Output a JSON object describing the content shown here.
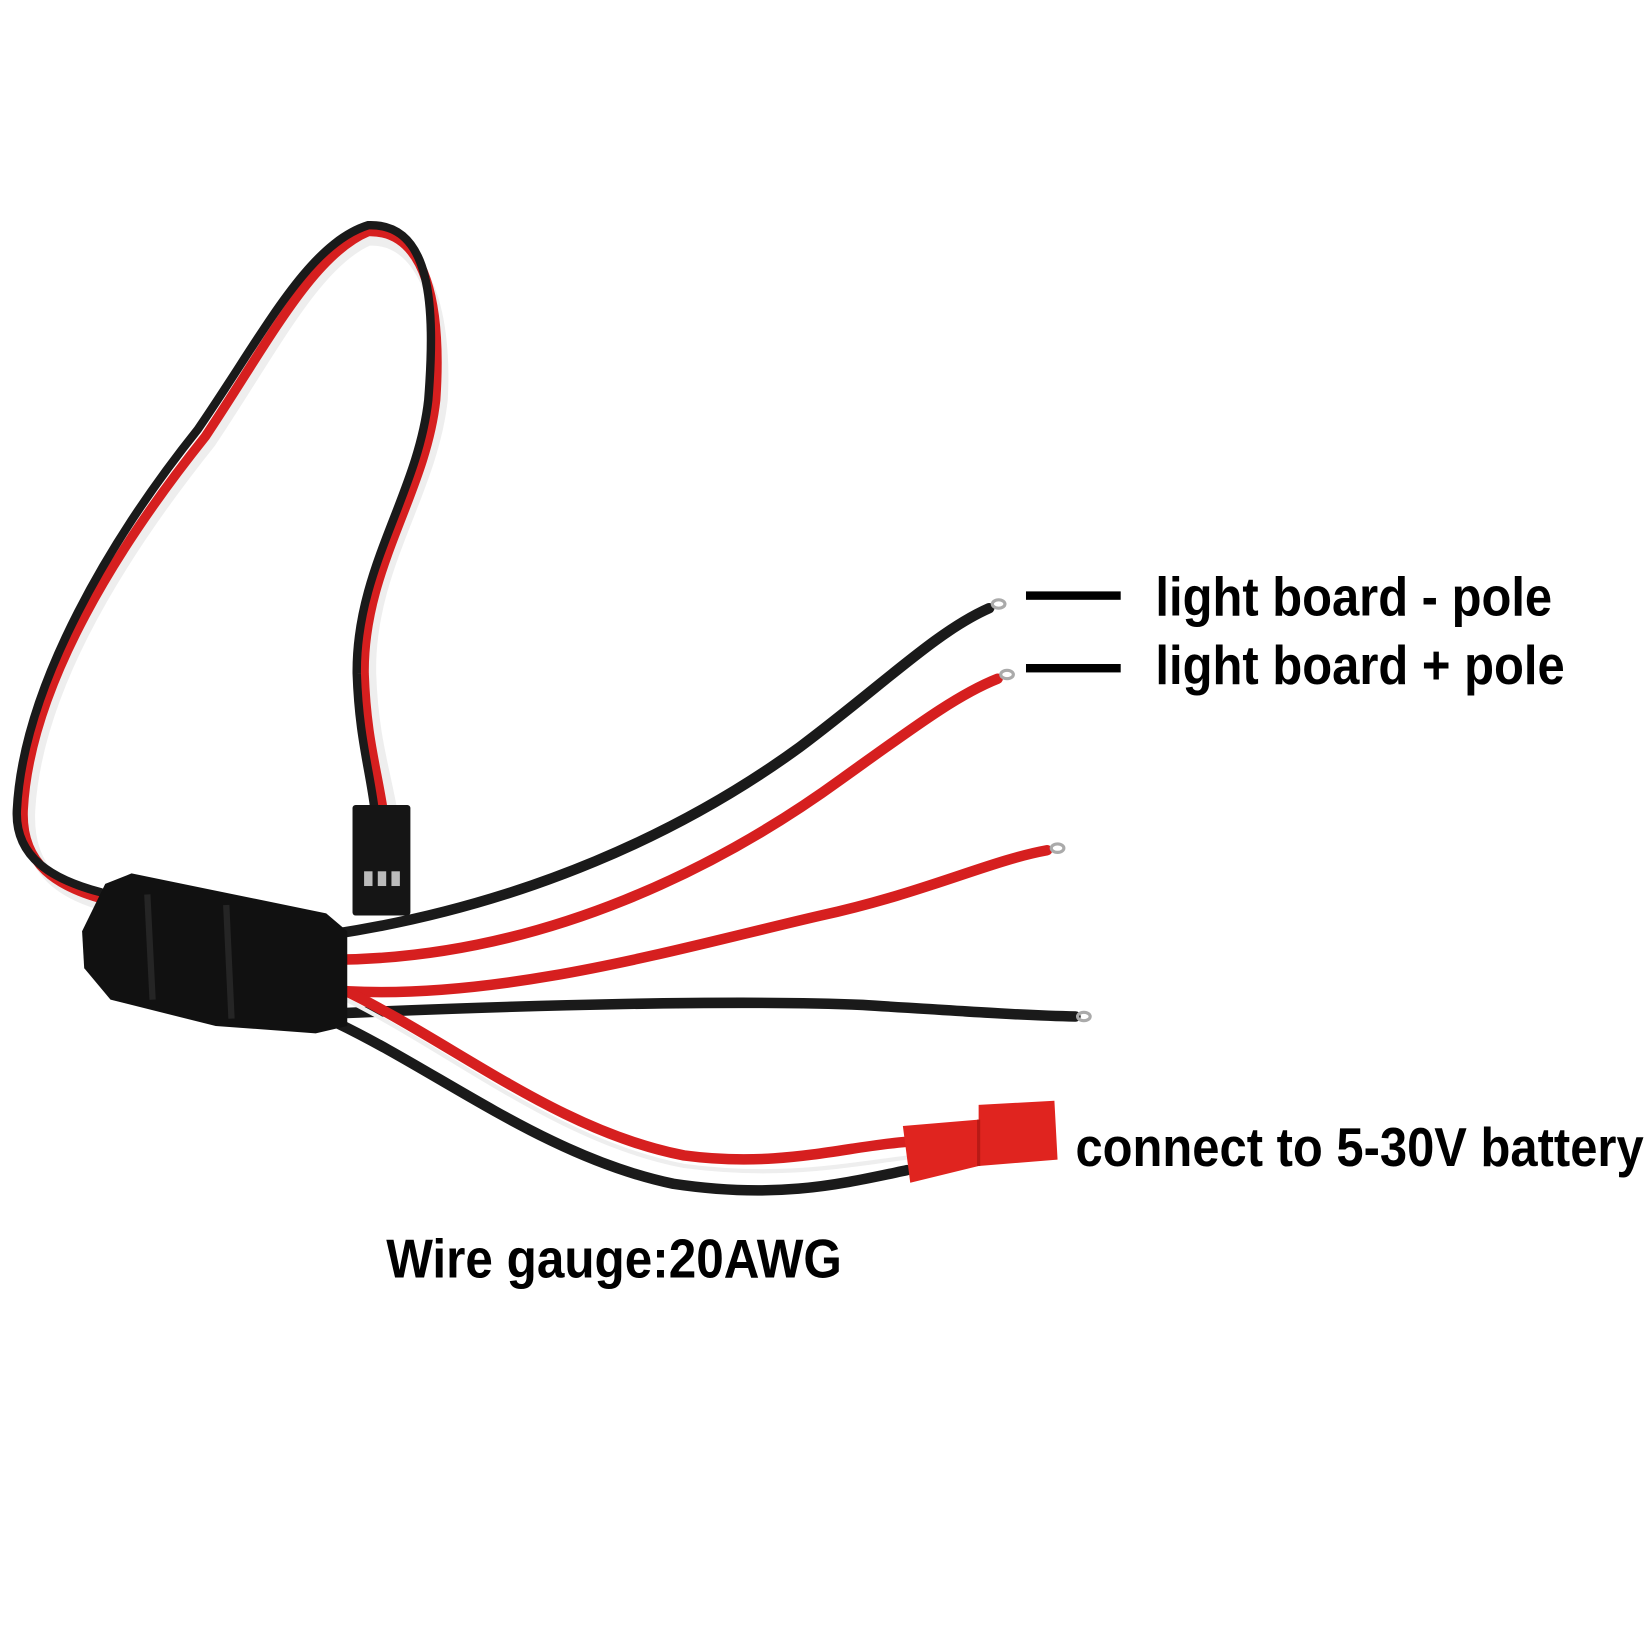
{
  "labels": {
    "negative_pole": "light board - pole",
    "positive_pole": "light board + pole",
    "battery": "connect to 5-30V battery",
    "wire_gauge": "Wire gauge:20AWG"
  },
  "colors": {
    "wire_red": "#d61f1f",
    "wire_black": "#1a1a1a",
    "wire_white": "#f2f2f2",
    "jst_connector": "#e0241f",
    "module": "#111111",
    "background": "#ffffff"
  }
}
